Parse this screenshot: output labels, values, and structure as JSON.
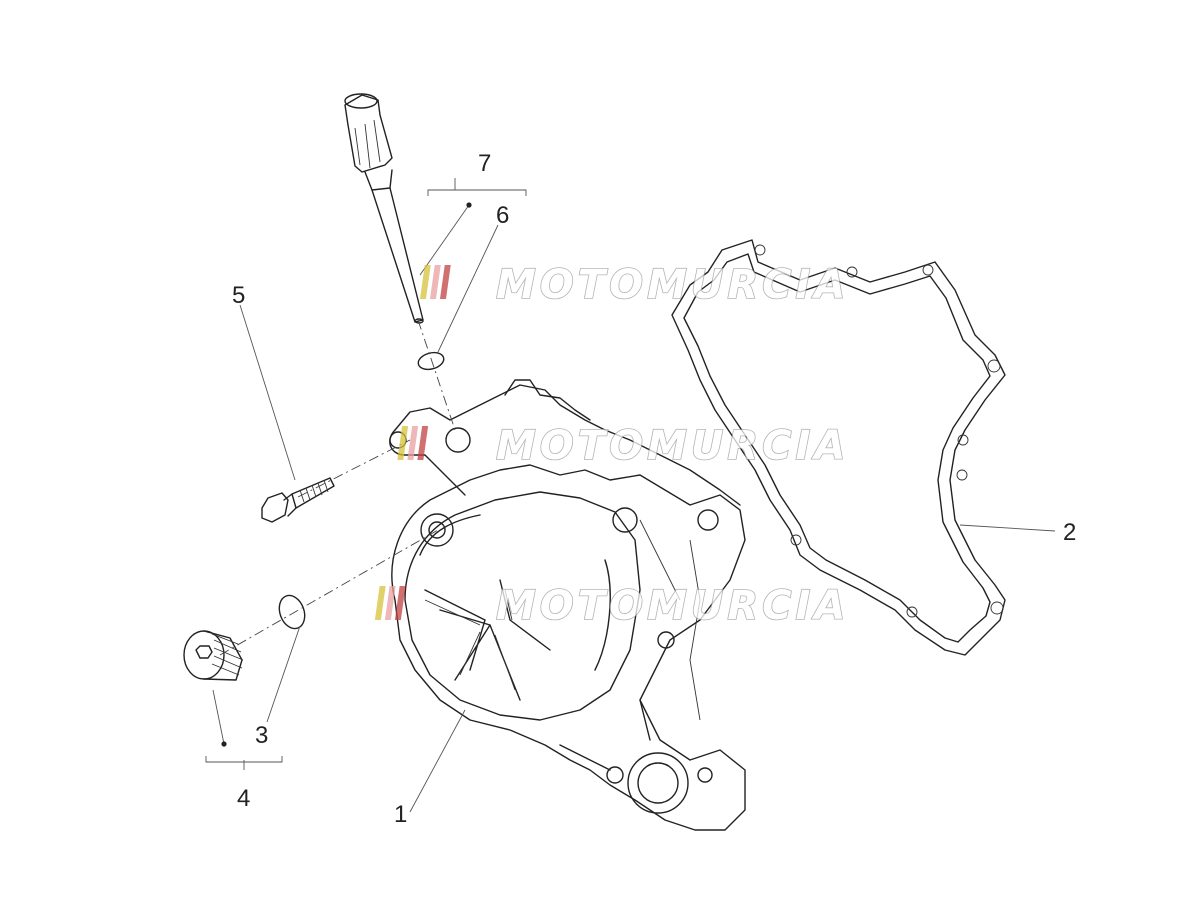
{
  "callouts": {
    "c1": "1",
    "c2": "2",
    "c3": "3",
    "c4": "4",
    "c5": "5",
    "c6": "6",
    "c7": "7"
  },
  "watermark": {
    "text": "MOTOMURCIA",
    "stripe_colors": [
      "#d6c23a",
      "#e8a0a0",
      "#c04040"
    ]
  },
  "colors": {
    "line": "#222222",
    "background": "#ffffff"
  }
}
